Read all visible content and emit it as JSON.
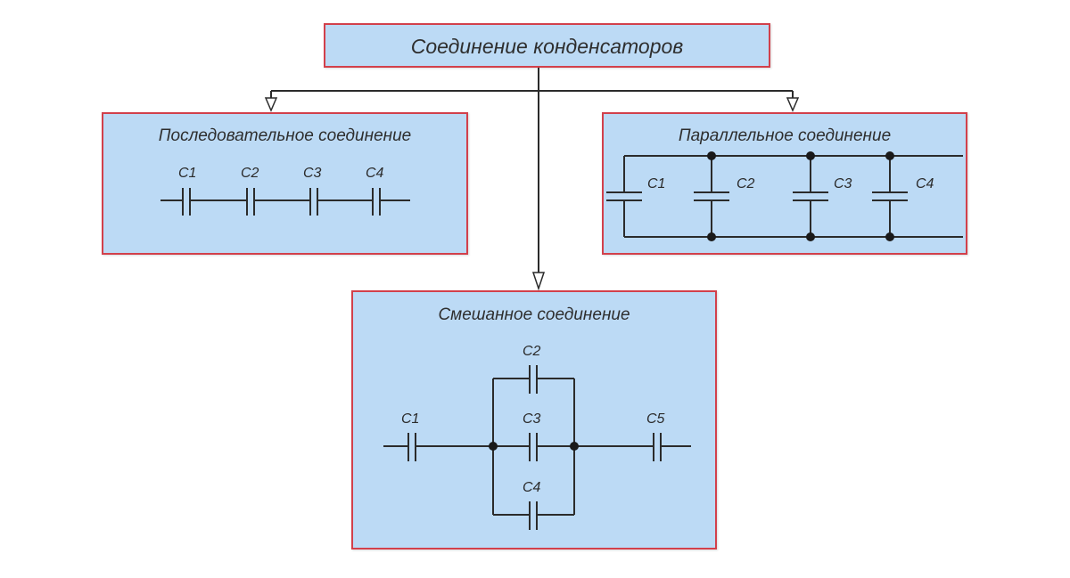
{
  "root": {
    "title": "Соединение конденсаторов"
  },
  "series_box": {
    "title": "Последовательное соединение",
    "labels": [
      "C1",
      "C2",
      "C3",
      "C4"
    ]
  },
  "parallel_box": {
    "title": "Параллельное соединение",
    "labels": [
      "C1",
      "C2",
      "C3",
      "C4"
    ]
  },
  "mixed_box": {
    "title": "Смешанное соединение",
    "labels": {
      "c1": "C1",
      "c2": "C2",
      "c3": "C3",
      "c4": "C4",
      "c5": "C5"
    }
  },
  "colors": {
    "box_fill": "#bcdaf5",
    "box_border": "#d2404b",
    "wire": "#2b2b2b"
  }
}
